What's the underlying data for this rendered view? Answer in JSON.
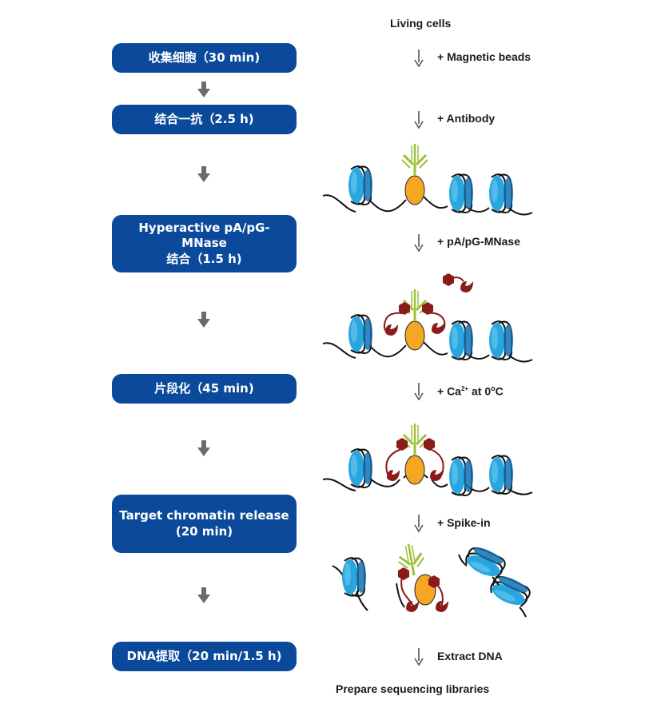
{
  "colors": {
    "step_box": "#0b4a9a",
    "step_text": "#ffffff",
    "arrow": "#6b6b6b",
    "nucleosome": "#29a6de",
    "nucleosome_dark": "#1370b0",
    "target_protein": "#f5a623",
    "antibody": "#9cc23b",
    "mnase": "#8b1a1a",
    "dna": "#111111"
  },
  "steps": [
    {
      "line1": "收集细胞（30 min)",
      "line2": ""
    },
    {
      "line1": "结合一抗（2.5 h)",
      "line2": ""
    },
    {
      "line1": "Hyperactive pA/pG-MNase",
      "line2": "结合（1.5 h)"
    },
    {
      "line1": "片段化（45 min)",
      "line2": ""
    },
    {
      "line1": "Target chromatin release",
      "line2": "(20 min)"
    },
    {
      "line1": "DNA提取（20 min/1.5 h)",
      "line2": ""
    }
  ],
  "right": {
    "top_label": "Living cells",
    "add_magnetic": "+ Magnetic beads",
    "add_antibody": "+ Antibody",
    "add_mnase": "+ pA/pG-MNase",
    "add_ca_prefix": "+ Ca",
    "add_ca_sup": "2+",
    "add_ca_mid": " at 0",
    "add_ca_sup2": "o",
    "add_ca_suffix": "C",
    "add_spike": "+ Spike-in",
    "extract": "Extract DNA",
    "bottom_label": "Prepare sequencing libraries"
  }
}
